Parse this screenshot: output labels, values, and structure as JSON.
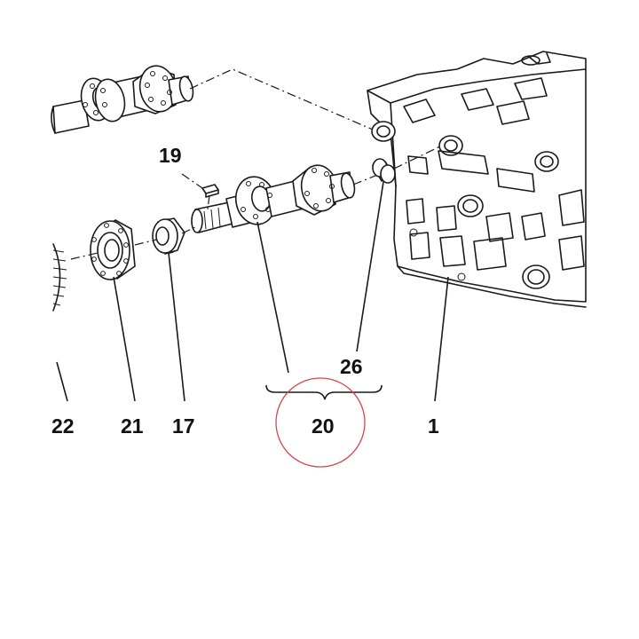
{
  "callouts": {
    "c1": "1",
    "c17": "17",
    "c19": "19",
    "c20": "20",
    "c21": "21",
    "c22": "22",
    "c26": "26"
  },
  "colors": {
    "line": "#1a1a1a",
    "highlight_circle": "#d64550",
    "background": "#ffffff"
  }
}
